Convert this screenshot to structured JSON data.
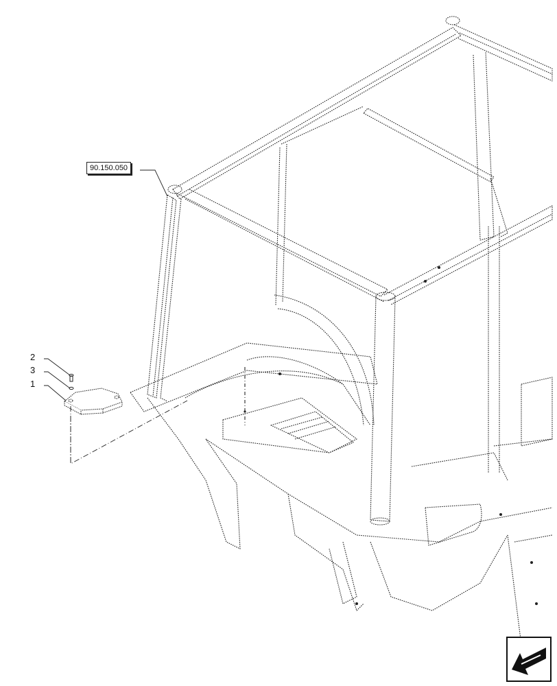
{
  "reference_callout": {
    "label": "90.150.050"
  },
  "part_labels": [
    {
      "num": "2",
      "name": "screw"
    },
    {
      "num": "3",
      "name": "washer"
    },
    {
      "num": "1",
      "name": "bracket"
    }
  ],
  "navigation": {
    "icon": "arrow-back-icon",
    "action": "previous-page"
  },
  "colors": {
    "line": "#222222",
    "background": "#ffffff"
  }
}
